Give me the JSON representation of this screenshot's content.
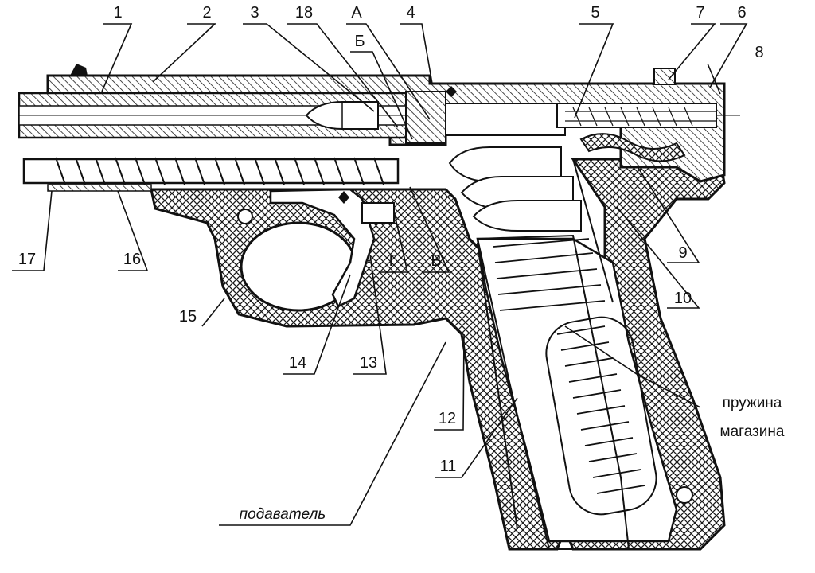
{
  "colors": {
    "ink": "#111111",
    "paper": "#ffffff",
    "hatch": "#1a1a1a"
  },
  "labels": {
    "n1": "1",
    "n2": "2",
    "n3": "3",
    "n4": "4",
    "n5": "5",
    "n6": "6",
    "n7": "7",
    "n8": "8",
    "n9": "9",
    "n10": "10",
    "n11": "11",
    "n12": "12",
    "n13": "13",
    "n14": "14",
    "n15": "15",
    "n16": "16",
    "n17": "17",
    "n18": "18",
    "A": "А",
    "B": "Б",
    "V": "В",
    "G": "Г"
  },
  "captions": {
    "feeder": "подаватель",
    "spring_line1": "пружина",
    "spring_line2": "магазина"
  }
}
